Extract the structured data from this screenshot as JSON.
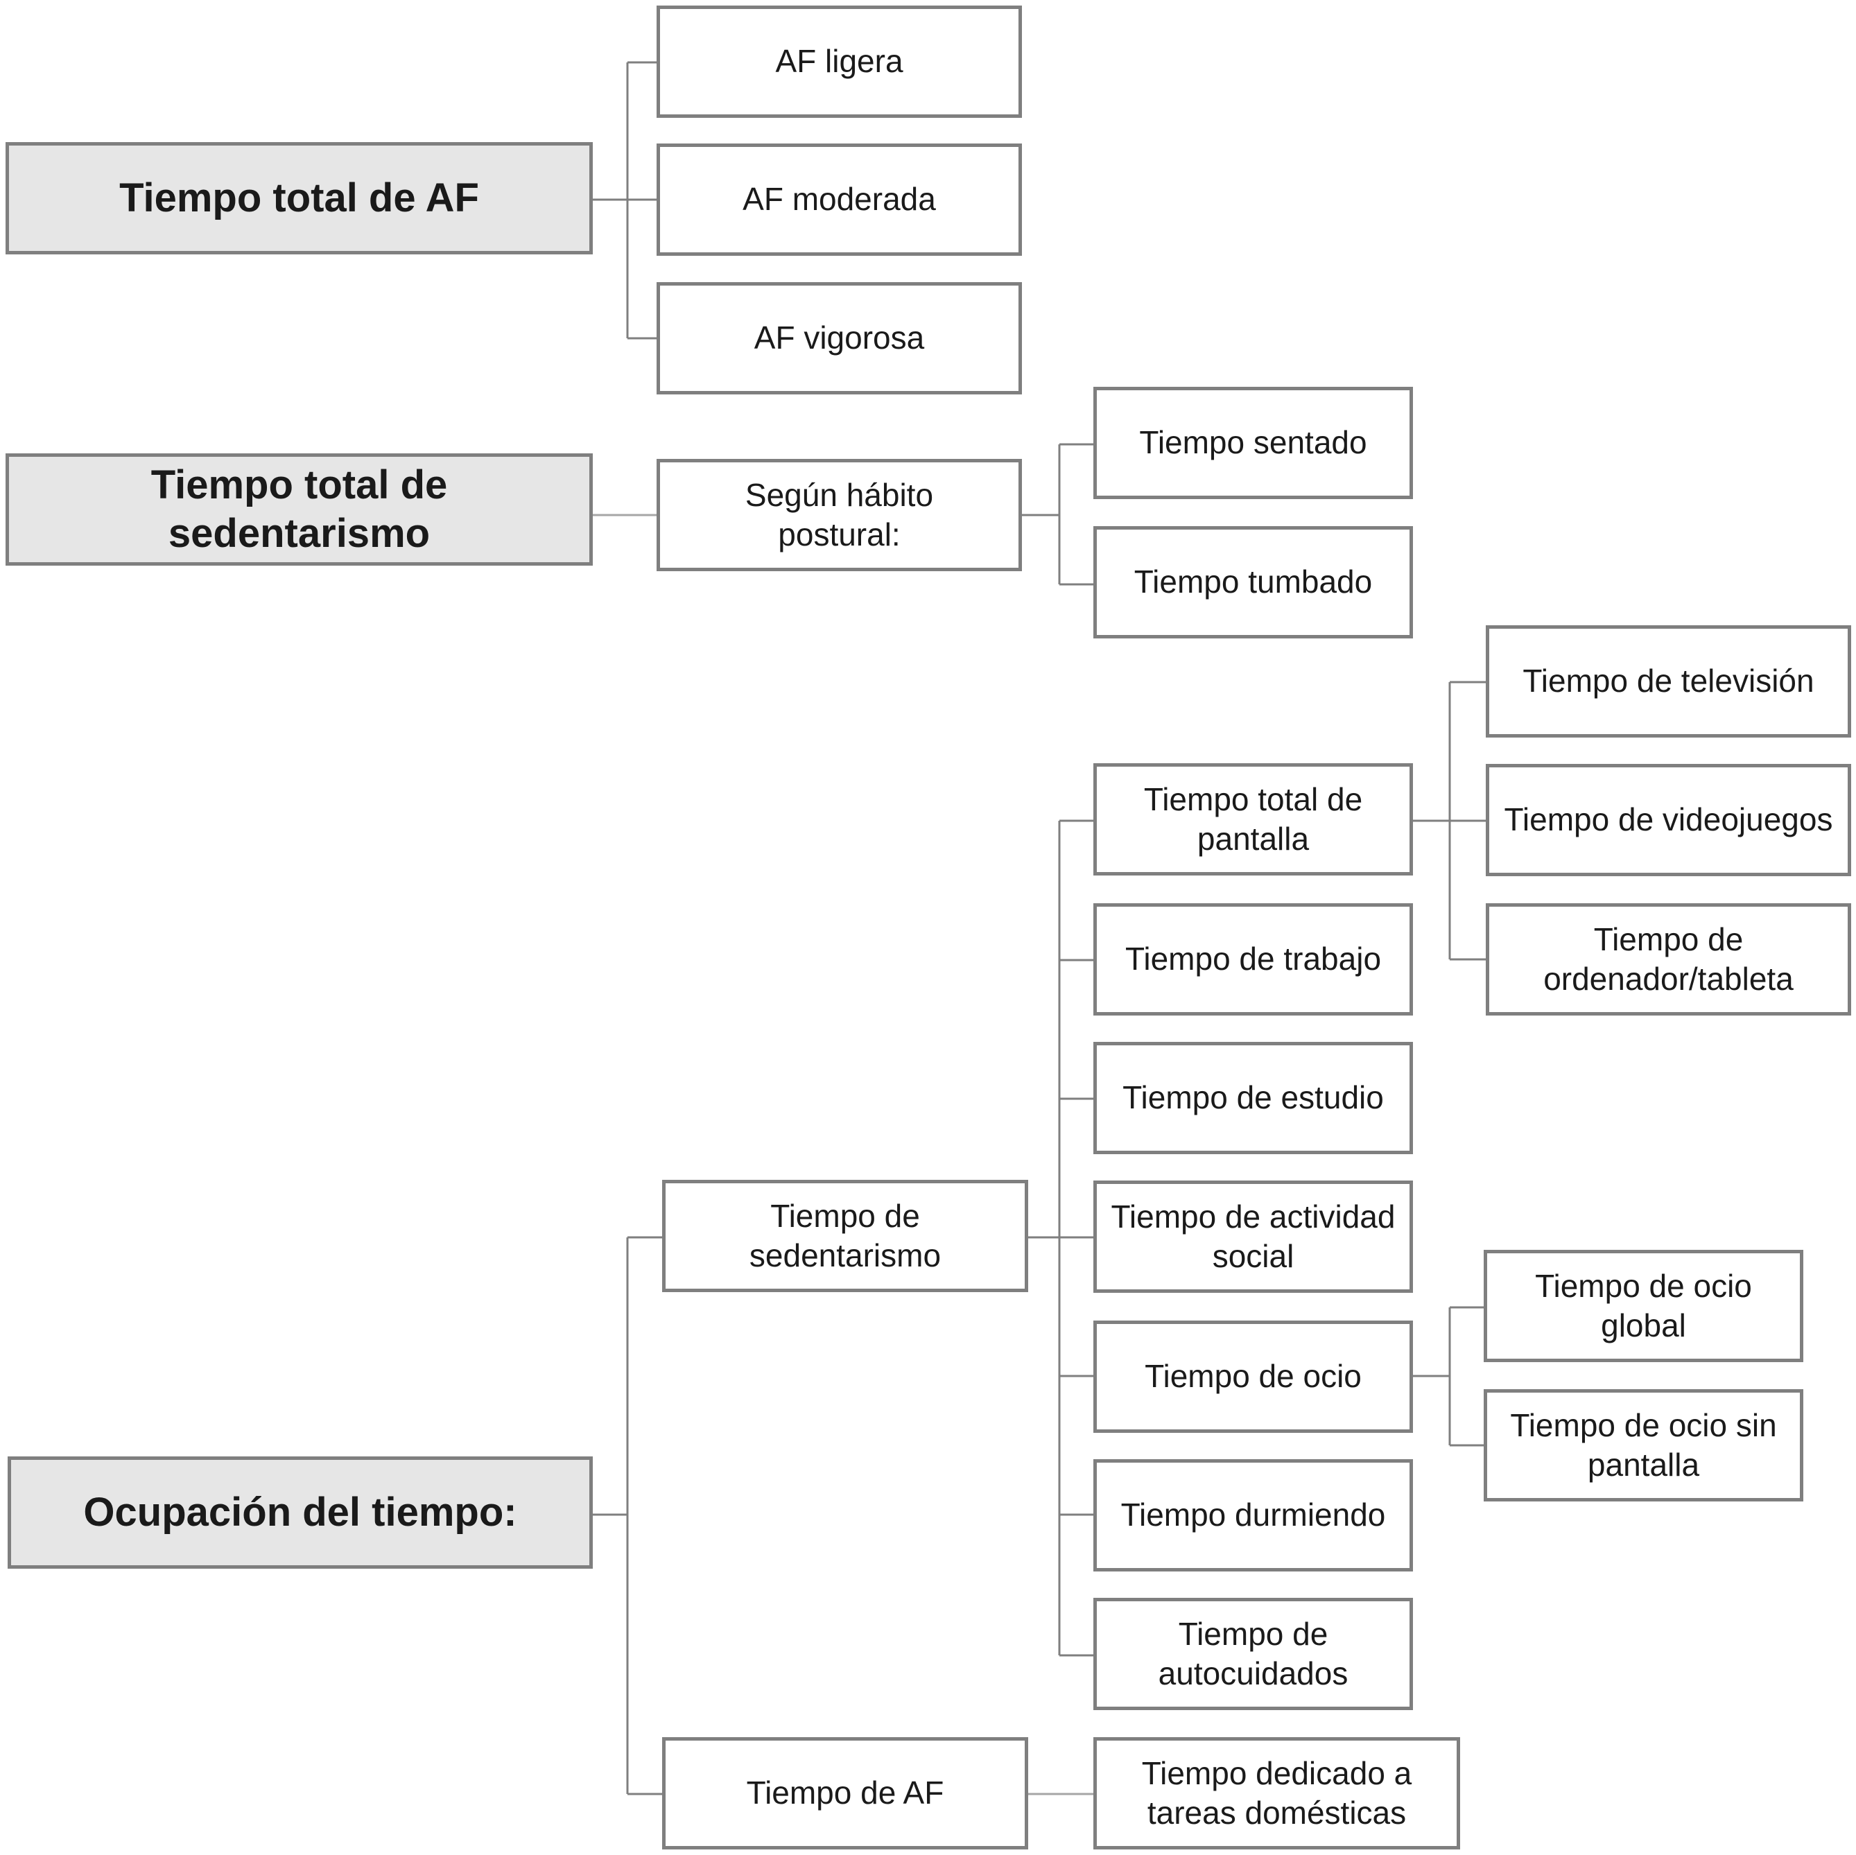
{
  "diagram": {
    "root_af": "Tiempo total de AF",
    "af_ligera": "AF ligera",
    "af_moderada": "AF moderada",
    "af_vigorosa": "AF vigorosa",
    "root_sedentarismo_line1": "Tiempo total de",
    "root_sedentarismo_line2": "sedentarismo",
    "habito_line1": "Según hábito",
    "habito_line2": "postural:",
    "sentado": "Tiempo sentado",
    "tumbado": "Tiempo tumbado",
    "root_ocupacion": "Ocupación del tiempo:",
    "sedentarismo_line1": "Tiempo de",
    "sedentarismo_line2": "sedentarismo",
    "pantalla_line1": "Tiempo total de",
    "pantalla_line2": "pantalla",
    "trabajo": "Tiempo de trabajo",
    "estudio": "Tiempo de estudio",
    "actividad_social_line1": "Tiempo de actividad",
    "actividad_social_line2": "social",
    "ocio": "Tiempo de ocio",
    "durmiendo": "Tiempo durmiendo",
    "autocuidados_line1": "Tiempo de",
    "autocuidados_line2": "autocuidados",
    "television": "Tiempo de televisión",
    "videojuegos": "Tiempo de videojuegos",
    "ordenador_line1": "Tiempo de",
    "ordenador_line2": "ordenador/tableta",
    "ocio_global_line1": "Tiempo de ocio",
    "ocio_global_line2": "global",
    "ocio_sin_pantalla_line1": "Tiempo de ocio sin",
    "ocio_sin_pantalla_line2": "pantalla",
    "tiempo_af": "Tiempo de AF",
    "domesticas_line1": "Tiempo dedicado a",
    "domesticas_line2": "tareas domésticas"
  }
}
